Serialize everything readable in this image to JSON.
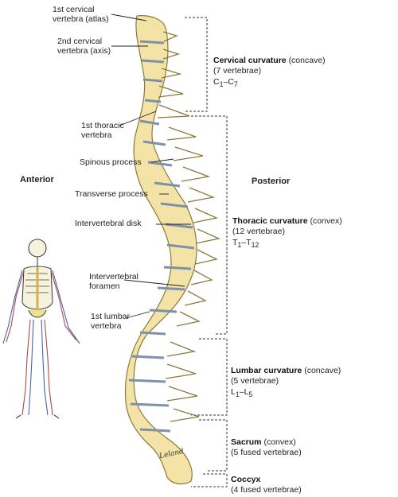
{
  "labels_left": [
    {
      "id": "atlas",
      "lines": [
        "1st cervical",
        "vertebra (atlas)"
      ]
    },
    {
      "id": "axis",
      "lines": [
        "2nd cervical",
        "vertebra (axis)"
      ]
    },
    {
      "id": "thoracic1",
      "lines": [
        "1st thoracic",
        "vertebra"
      ]
    },
    {
      "id": "spinous",
      "lines": [
        "Spinous process"
      ]
    },
    {
      "id": "transverse",
      "lines": [
        "Transverse process"
      ]
    },
    {
      "id": "disk",
      "lines": [
        "Intervertebral disk"
      ]
    },
    {
      "id": "foramen",
      "lines": [
        "Intervertebral",
        "foramen"
      ]
    },
    {
      "id": "lumbar1",
      "lines": [
        "1st lumbar",
        "vertebra"
      ]
    }
  ],
  "sides": {
    "anterior": "Anterior",
    "posterior": "Posterior"
  },
  "regions": {
    "cervical": {
      "title": "Cervical curvature",
      "qual": "(concave)",
      "count": "(7 vertebrae)",
      "range_base": "C",
      "range_start": "1",
      "range_end": "7"
    },
    "thoracic": {
      "title": "Thoracic curvature",
      "qual": "(convex)",
      "count": "(12 vertebrae)",
      "range_base": "T",
      "range_start": "1",
      "range_end": "12"
    },
    "lumbar": {
      "title": "Lumbar curvature",
      "qual": "(concave)",
      "count": "(5 vertebrae)",
      "range_base": "L",
      "range_start": "1",
      "range_end": "5"
    },
    "sacrum": {
      "title": "Sacrum",
      "qual": "(convex)",
      "count": "(5 fused vertebrae)"
    },
    "coccyx": {
      "title": "Coccyx",
      "count": "(4 fused vertebrae)"
    }
  },
  "signature": "Leland",
  "colors": {
    "bone": "#f3e3a6",
    "bone_edge": "#8a7a3a",
    "disk": "#a9b9c9",
    "line": "#222222"
  }
}
